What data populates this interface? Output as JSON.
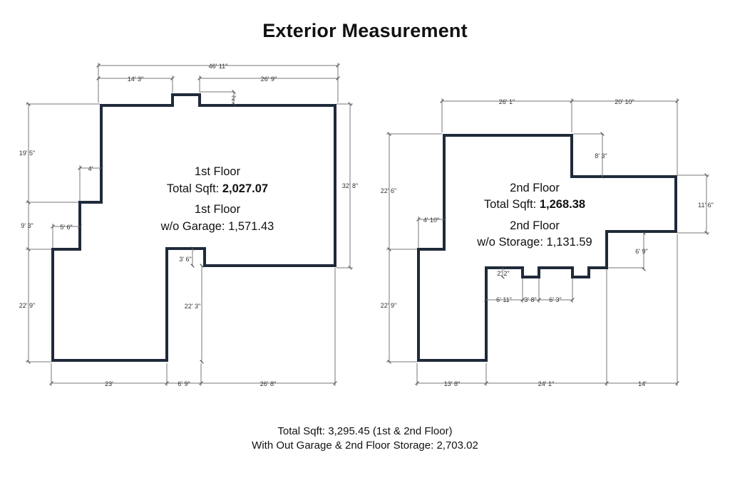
{
  "title": "Exterior Measurement",
  "floor1": {
    "name": "1st Floor",
    "sqft_prefix": "Total Sqft: ",
    "sqft": "2,027.07",
    "name2": "1st Floor",
    "without": "w/o Garage: 1,571.43",
    "dims": {
      "top_total": "46' 11\"",
      "top_left": "14' 3\"",
      "top_right": "26' 9\"",
      "notch": "2'",
      "left_upper": "19' 5\"",
      "step_4": "4'",
      "left_mid": "9' 3\"",
      "step_5_6": "5' 6\"",
      "left_lower": "22' 9\"",
      "right": "32' 8\"",
      "garage_step": "3' 6\"",
      "garage_height": "22' 3\"",
      "bottom_left": "23'",
      "bottom_mid": "6' 9\"",
      "bottom_right": "26' 8\""
    }
  },
  "floor2": {
    "name": "2nd Floor",
    "sqft_prefix": "Total Sqft: ",
    "sqft": "1,268.38",
    "name2": "2nd Floor",
    "without": "w/o Storage: 1,131.59",
    "dims": {
      "top_left": "26' 1\"",
      "top_right": "20' 10\"",
      "step_8_3": "8' 3\"",
      "left_upper": "22' 6\"",
      "right": "11' 6\"",
      "step_4_10": "4' 10\"",
      "step_6_9": "6' 9\"",
      "step_2_2": "2' 2\"",
      "left_lower": "22' 9\"",
      "bot_6_11": "6' 11\"",
      "bot_3_8": "3' 8\"",
      "bot_6_3": "6' 3\"",
      "bottom_left": "13' 8\"",
      "bottom_mid": "24' 1\"",
      "bottom_right": "14'"
    }
  },
  "footer": {
    "line1": "Total Sqft: 3,295.45 (1st & 2nd Floor)",
    "line2": "With Out Garage & 2nd Floor Storage: 2,703.02"
  },
  "colors": {
    "wall": "#1f2a3a",
    "dimension": "#555555",
    "text": "#111111"
  }
}
